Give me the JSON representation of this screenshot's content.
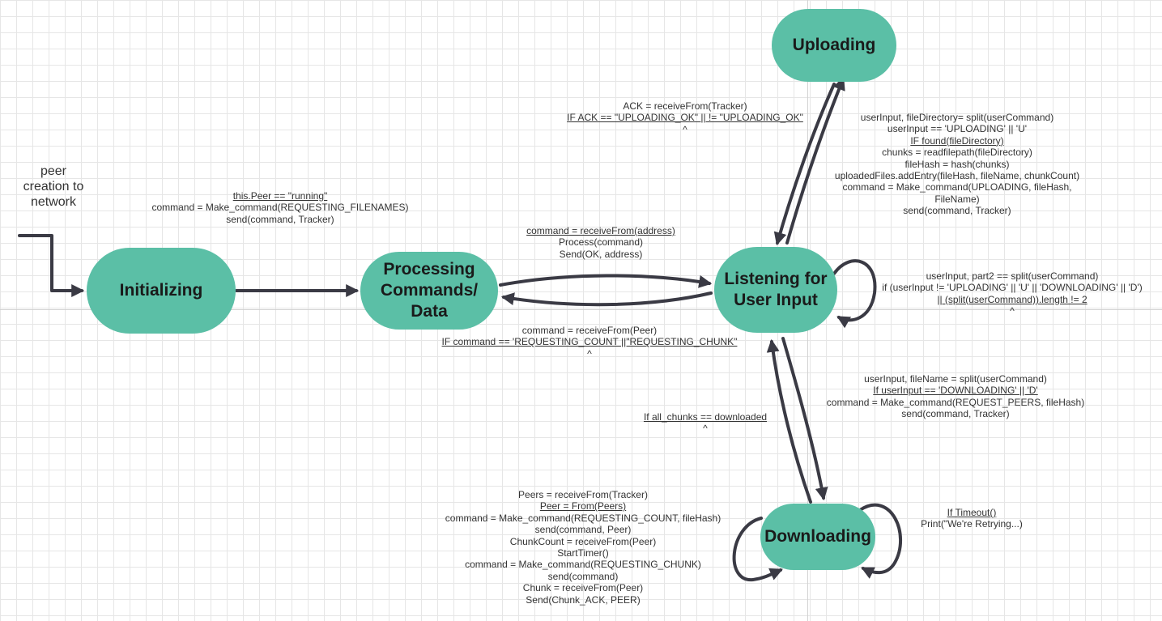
{
  "states": {
    "initializing": "Initializing",
    "processing": [
      "Processing",
      "Commands/",
      "Data"
    ],
    "listening": [
      "Listening for",
      "User Input"
    ],
    "uploading": "Uploading",
    "downloading": "Downloading"
  },
  "start_caption": [
    "peer",
    "creation to",
    "network"
  ],
  "notes": {
    "init_to_processing": [
      {
        "text": "this.Peer == \"running\"",
        "underline": true
      },
      {
        "text": "command = Make_command(REQUESTING_FILENAMES)",
        "underline": false
      },
      {
        "text": "send(command, Tracker)",
        "underline": false
      }
    ],
    "processing_to_listening": [
      {
        "text": "command = receiveFrom(address)",
        "underline": true
      },
      {
        "text": "Process(command)",
        "underline": false
      },
      {
        "text": "Send(OK, address)",
        "underline": false
      }
    ],
    "listening_to_processing": [
      {
        "text": "command = receiveFrom(Peer)",
        "underline": false
      },
      {
        "text": "IF command == 'REQUESTING_COUNT ||\"REQUESTING_CHUNK\"",
        "underline": true
      },
      {
        "text": "^",
        "underline": false
      }
    ],
    "uploading_to_listening": [
      {
        "text": "ACK = receiveFrom(Tracker)",
        "underline": false
      },
      {
        "text": "IF ACK == \"UPLOADING_OK\" || != \"UPLOADING_OK\"",
        "underline": true
      },
      {
        "text": "^",
        "underline": false
      }
    ],
    "listening_to_uploading": [
      {
        "text": "userInput, fileDirectory= split(userCommand)",
        "underline": false
      },
      {
        "text": "userInput == 'UPLOADING' || 'U'",
        "underline": false
      },
      {
        "text": "IF found(fileDirectory)",
        "underline": true
      },
      {
        "text": "chunks = readfilepath(fileDirectory)",
        "underline": false
      },
      {
        "text": "fileHash = hash(chunks)",
        "underline": false
      },
      {
        "text": "uploadedFiles.addEntry(fileHash, fileName, chunkCount)",
        "underline": false
      },
      {
        "text": "command = Make_command(UPLOADING, fileHash,",
        "underline": false
      },
      {
        "text": "FileName)",
        "underline": false
      },
      {
        "text": "send(command, Tracker)",
        "underline": false
      }
    ],
    "listening_self": [
      {
        "text": "userInput, part2 == split(userCommand)",
        "underline": false
      },
      {
        "text": "if (userInput != 'UPLOADING' || 'U' || 'DOWNLOADING' || 'D')",
        "underline": false
      },
      {
        "text": "|| (split(userCommand)).length != 2",
        "underline": true
      },
      {
        "text": "^",
        "underline": false
      }
    ],
    "listening_to_downloading": [
      {
        "text": "userInput, fileName = split(userCommand)",
        "underline": false
      },
      {
        "text": "If userInput == 'DOWNLOADING' || 'D'",
        "underline": true
      },
      {
        "text": "command = Make_command(REQUEST_PEERS, fileHash)",
        "underline": false
      },
      {
        "text": "send(command, Tracker)",
        "underline": false
      }
    ],
    "downloading_to_listening": [
      {
        "text": "If all_chunks == downloaded",
        "underline": true
      },
      {
        "text": "^",
        "underline": false
      }
    ],
    "downloading_self_left": [
      {
        "text": "Peers = receiveFrom(Tracker)",
        "underline": false
      },
      {
        "text": "Peer = From(Peers)",
        "underline": true
      },
      {
        "text": "command = Make_command(REQUESTING_COUNT, fileHash)",
        "underline": false
      },
      {
        "text": "send(command, Peer)",
        "underline": false
      },
      {
        "text": "ChunkCount = receiveFrom(Peer)",
        "underline": false
      },
      {
        "text": "StartTimer()",
        "underline": false
      },
      {
        "text": "command = Make_command(REQUESTING_CHUNK)",
        "underline": false
      },
      {
        "text": "send(command)",
        "underline": false
      },
      {
        "text": "Chunk =  receiveFrom(Peer)",
        "underline": false
      },
      {
        "text": "Send(Chunk_ACK, PEER)",
        "underline": false
      }
    ],
    "downloading_self_right": [
      {
        "text": "If Timeout()",
        "underline": true
      },
      {
        "text": "Print(\"We're Retrying...)",
        "underline": false
      }
    ]
  },
  "colors": {
    "state_fill": "#5bbfa6",
    "arrow": "#3a3a44"
  }
}
